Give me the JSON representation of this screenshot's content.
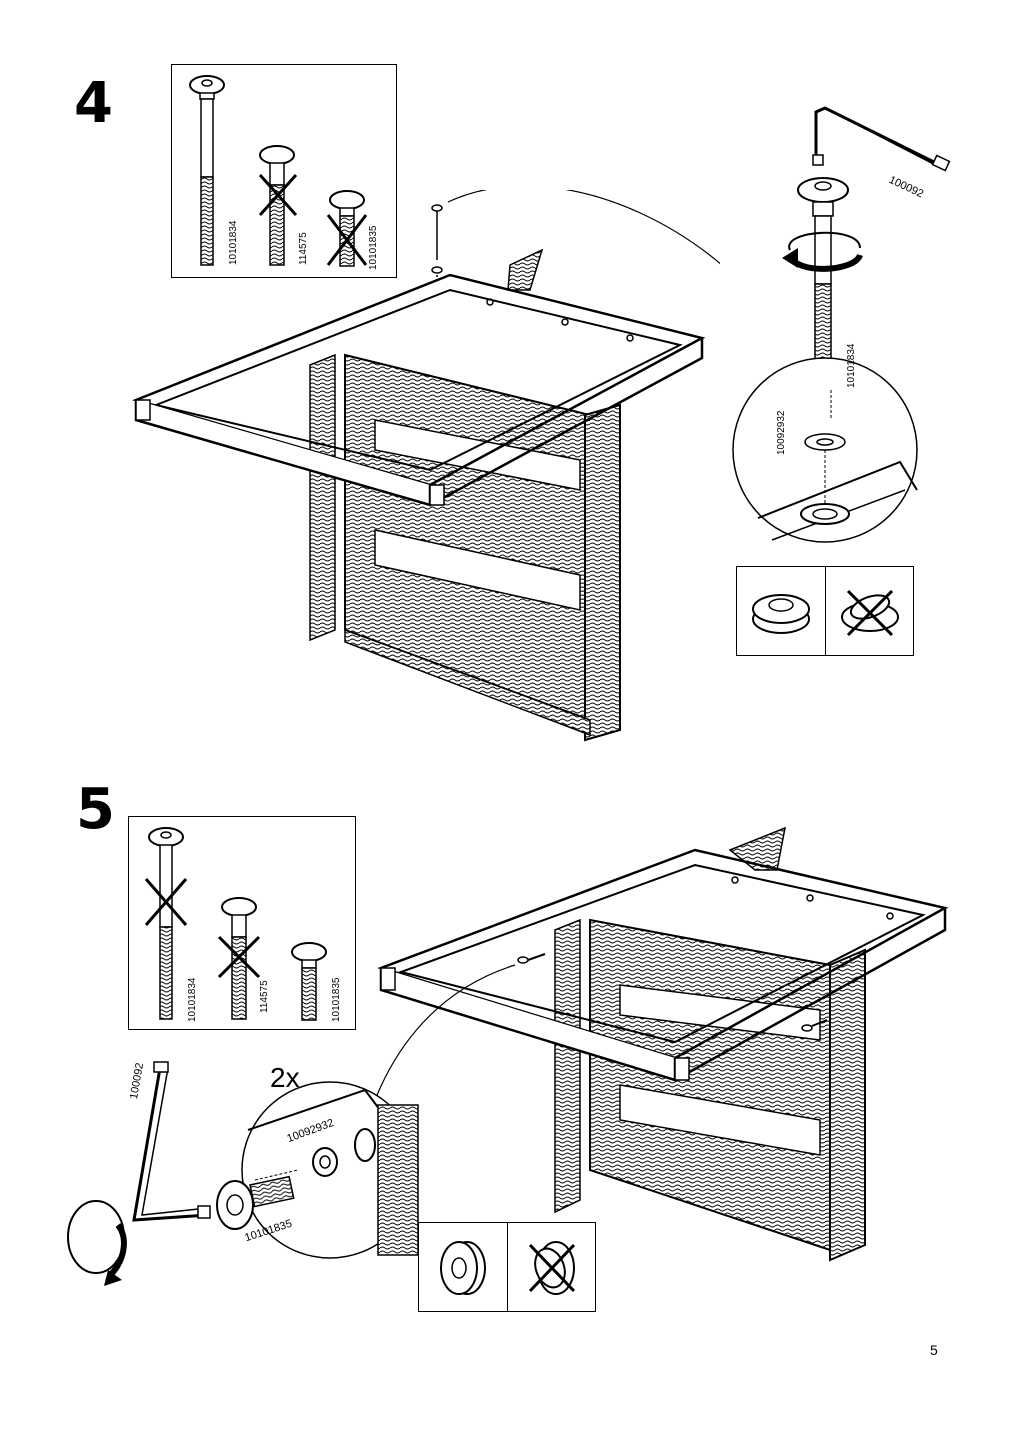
{
  "page_number": "5",
  "step4": {
    "number": "4",
    "parts": [
      {
        "code": "10101834",
        "allowed": true
      },
      {
        "code": "114575",
        "allowed": false
      },
      {
        "code": "10101835",
        "allowed": false
      }
    ],
    "tool_code": "100092",
    "bolt_code": "10101834",
    "washer_code": "10092932"
  },
  "step5": {
    "number": "5",
    "parts": [
      {
        "code": "10101834",
        "allowed": false
      },
      {
        "code": "114575",
        "allowed": false
      },
      {
        "code": "10101835",
        "allowed": true
      }
    ],
    "tool_code": "100092",
    "quantity": "2x",
    "bolt_code": "10101835",
    "washer_code": "10092932"
  }
}
